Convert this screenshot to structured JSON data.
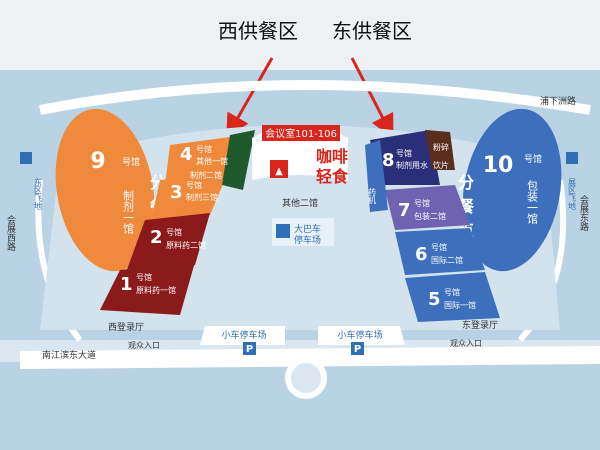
{
  "top_title": {
    "west": "西供餐区",
    "east": "东供餐区"
  },
  "meeting_room": "会议室101-106",
  "cafe": {
    "line1": "咖啡",
    "line2": "轻食"
  },
  "other_hall2": "其他二馆",
  "dining_label": {
    "c1": "分",
    "c2": "餐",
    "c3": "点"
  },
  "halls": {
    "h9": {
      "num": "9",
      "sub": "号馆",
      "name": "制剂一馆"
    },
    "h4": {
      "num": "4",
      "sub": "号馆",
      "name": "其他一馆"
    },
    "h3": {
      "num": "3",
      "sub": "号馆",
      "name": "制剂三馆"
    },
    "h3b": {
      "name": "制剂二馆"
    },
    "h2": {
      "num": "2",
      "sub": "号馆",
      "name": "原料药二馆"
    },
    "h1": {
      "num": "1",
      "sub": "号馆",
      "name": "原料药一馆"
    },
    "h8": {
      "num": "8",
      "sub": "号馆",
      "name": "制剂用水"
    },
    "h8_side": {
      "label": "粉碎",
      "label2": "饮片"
    },
    "h7": {
      "num": "7",
      "sub": "号馆",
      "name": "包装二馆"
    },
    "h6": {
      "num": "6",
      "sub": "号馆",
      "name": "国际二馆"
    },
    "h5": {
      "num": "5",
      "sub": "号馆",
      "name": "国际一馆"
    },
    "h10": {
      "num": "10",
      "sub": "号馆",
      "name": "包装一馆"
    }
  },
  "side_hall_label": "药机",
  "bus_parking": {
    "line1": "大巴车",
    "line2": "停车场"
  },
  "car_parking": {
    "west": "小车停车场",
    "east": "小车停车场"
  },
  "parking_icon": "P",
  "entrances": {
    "west": "西登录厅",
    "east": "东登录厅",
    "audience_west": "观众入口",
    "audience_east": "观众入口"
  },
  "roads": {
    "south": "南江滨东大道",
    "northeast": "浦下洲路",
    "west": "会展西路",
    "east": "会展东路"
  },
  "side_labels": {
    "west_channel": "东区飞地",
    "east_channel": "展区飞地"
  },
  "colors": {
    "orange": "#ef8a3c",
    "darkred": "#8b1a1a",
    "darkgreen": "#1f5a2f",
    "purple": "#6f62b0",
    "blue": "#3d6fbd",
    "lightblue": "#8fb8df",
    "red_arrow": "#d9251c",
    "map_bg": "#bfd7e6"
  }
}
